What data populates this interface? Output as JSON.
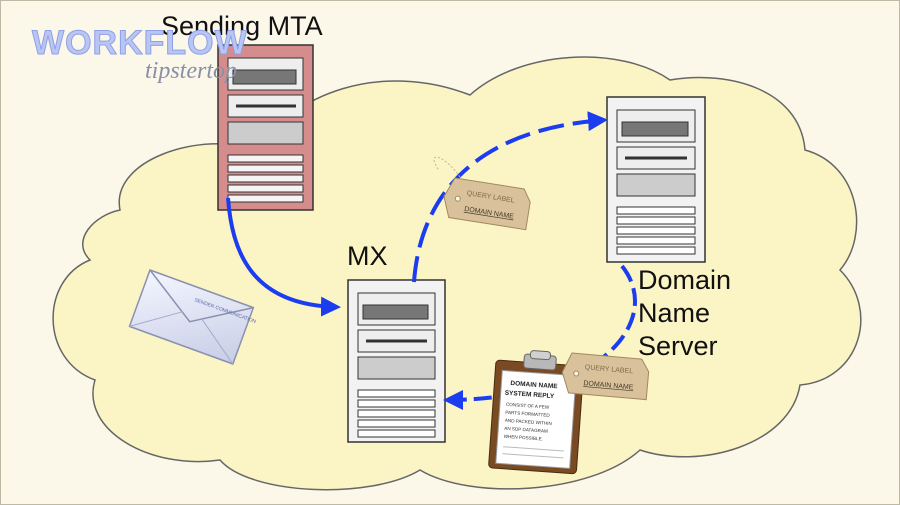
{
  "labels": {
    "sending_mta": "Sending MTA",
    "mx": "MX",
    "dns_line1": "Domain",
    "dns_line2": "Name",
    "dns_line3": "Server"
  },
  "watermark": {
    "main": "WORKFLOW",
    "sub": "tipstertop"
  },
  "envelope": {
    "label": "SENDER COMMUNICATION"
  },
  "tags": [
    {
      "line1": "QUERY LABEL",
      "line2": "DOMAIN NAME"
    },
    {
      "line1": "QUERY LABEL",
      "line2": "DOMAIN NAME"
    }
  ],
  "clipboard": {
    "title1": "DOMAIN NAME",
    "title2": "SYSTEM REPLY",
    "body": [
      "CONSIST OF A FEW",
      "PARTS FORMATTED",
      "AND PACKED WITHIN",
      "AN SDP DATAGRAM",
      "WHEN POSSIBLE."
    ]
  },
  "colors": {
    "cloud_fill": "#fbf4c4",
    "cloud_stroke": "#666666",
    "arrow": "#1c3cf0",
    "sending_server": "#d48c8c",
    "server": "#f2f2f2",
    "tag": "#d9c29b"
  },
  "icons": [
    "server-icon",
    "envelope-icon",
    "tag-icon",
    "clipboard-icon"
  ]
}
